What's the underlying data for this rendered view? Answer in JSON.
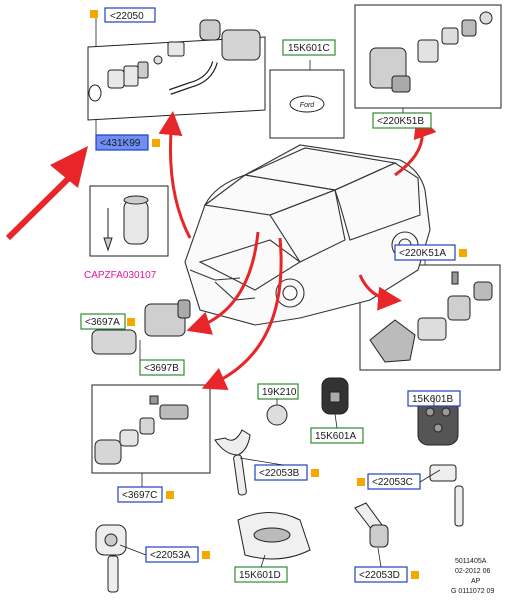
{
  "callouts": {
    "c22050": "<22050",
    "c431k99": "<431K99",
    "c15k601c": "15K601C",
    "c220k51b": "<220K51B",
    "c220k51a": "<220K51A",
    "c3697a": "<3697A",
    "c3697b": "<3697B",
    "c19k210": "19K210",
    "c15k601a": "15K601A",
    "c15k601b": "15K601B",
    "c22053b": "<22053B",
    "c22053c": "<22053C",
    "c3697c": "<3697C",
    "c22053a": "<22053A",
    "c15k601d": "15K601D",
    "c22053d": "<22053D"
  },
  "labels": {
    "capzfa": "CAPZFA030107",
    "ford_badge": "Ford"
  },
  "footer": {
    "line1": "5011405A",
    "line2": "02-2012 06",
    "line3": "AP",
    "line4": "G 0111072 09"
  },
  "colors": {
    "callout_blue": "#1f3fbf",
    "callout_green": "#2e8b2e",
    "marker_orange": "#f5a800",
    "highlight_fill": "#6f8ff5",
    "arrow_red": "#e8262a",
    "magenta": "#e0179c"
  }
}
